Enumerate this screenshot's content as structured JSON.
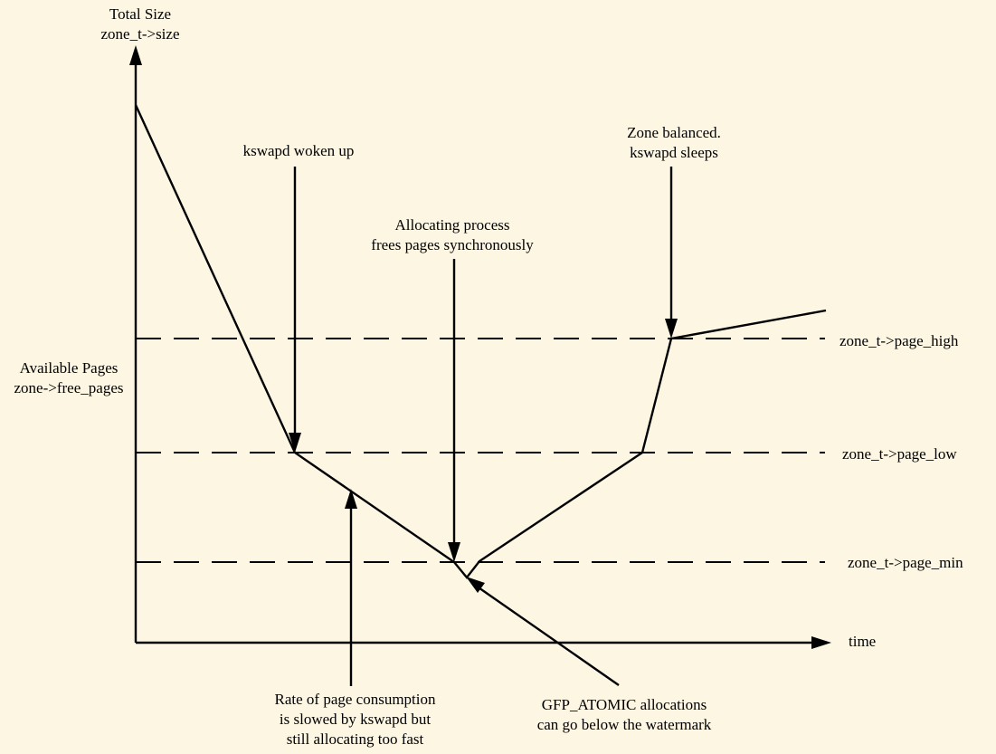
{
  "y_axis_label": {
    "line1": "Total Size",
    "line2": "zone_t->size"
  },
  "x_axis_label": "time",
  "available_label": {
    "line1": "Available Pages",
    "line2": "zone->free_pages"
  },
  "watermarks": {
    "high": "zone_t->page_high",
    "low": "zone_t->page_low",
    "min": "zone_t->page_min"
  },
  "annotations": {
    "kswapd_woken": "kswapd woken up",
    "allocating": {
      "line1": "Allocating process",
      "line2": "frees pages synchronously"
    },
    "balanced": {
      "line1": "Zone balanced.",
      "line2": "kswapd sleeps"
    },
    "rate": {
      "line1": "Rate of page consumption",
      "line2": "is slowed by kswapd but",
      "line3": "still allocating too fast"
    },
    "gfp": {
      "line1": "GFP_ATOMIC allocations",
      "line2": "can go below the watermark"
    }
  },
  "colors": {
    "background": "#fdf6e3",
    "ink": "#000000"
  }
}
